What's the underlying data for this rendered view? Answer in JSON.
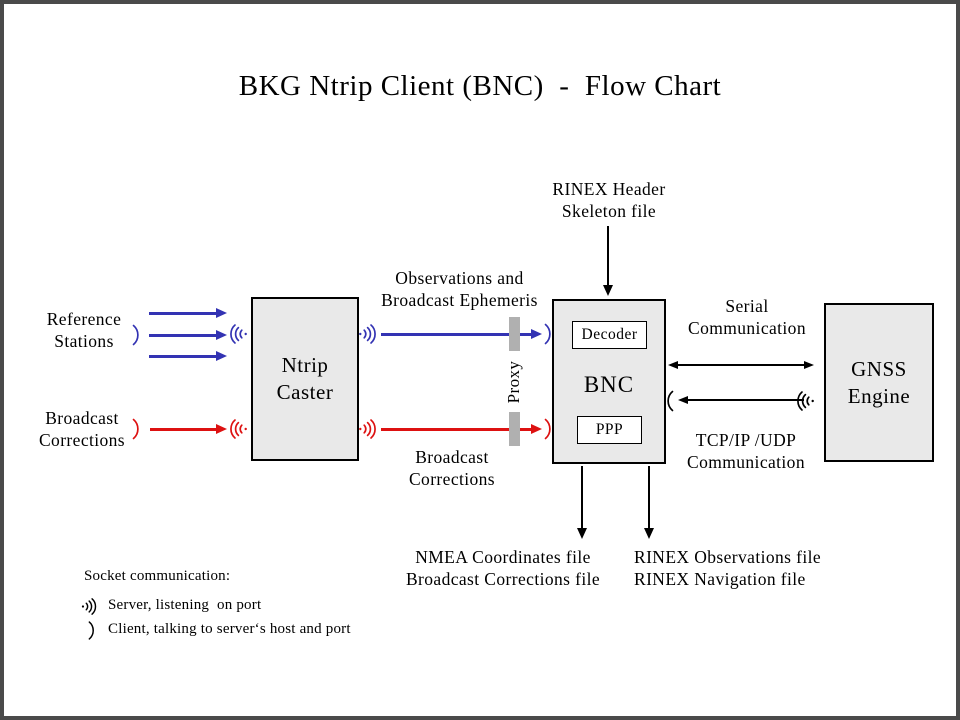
{
  "title": "BKG Ntrip Client (BNC)  -  Flow Chart",
  "colors": {
    "blue_stream": "#3333B3",
    "red_stream": "#DD1111",
    "black": "#000000",
    "node_fill": "#E9E9E9",
    "proxy_bar": "#B0B0B0",
    "frame": "#4A4A4A"
  },
  "nodes": {
    "ntrip_caster": {
      "lines": [
        "Ntrip",
        "Caster"
      ]
    },
    "bnc": {
      "label": "BNC",
      "decoder_label": "Decoder",
      "ppp_label": "PPP"
    },
    "gnss_engine": {
      "lines": [
        "GNSS",
        "Engine"
      ]
    }
  },
  "labels": {
    "rinex_header_skeleton": {
      "lines": [
        "RINEX Header",
        "Skeleton file"
      ]
    },
    "reference_stations": {
      "lines": [
        "Reference",
        "Stations"
      ]
    },
    "broadcast_corrections_input": {
      "lines": [
        "Broadcast",
        "Corrections"
      ]
    },
    "observations_ephemeris": {
      "lines": [
        "Observations and",
        "Broadcast Ephemeris"
      ]
    },
    "broadcast_corrections_stream": {
      "lines": [
        "Broadcast",
        "Corrections"
      ]
    },
    "proxy": "Proxy",
    "serial_communication": {
      "lines": [
        "Serial",
        "Communication"
      ]
    },
    "tcp_communication": {
      "lines": [
        "TCP/IP /UDP",
        "Communication"
      ]
    },
    "nmea_output": {
      "lines": [
        "NMEA Coordinates file",
        "Broadcast Corrections file"
      ]
    },
    "rinex_output": {
      "lines": [
        "RINEX Observations file",
        "RINEX Navigation file"
      ]
    }
  },
  "icons": {
    "server_socket": ")))",
    "client_socket": ")"
  },
  "legend": {
    "title": "Socket communication:",
    "server_label": "Server, listening  on port",
    "client_label": "Client, talking to server‘s host and port"
  }
}
